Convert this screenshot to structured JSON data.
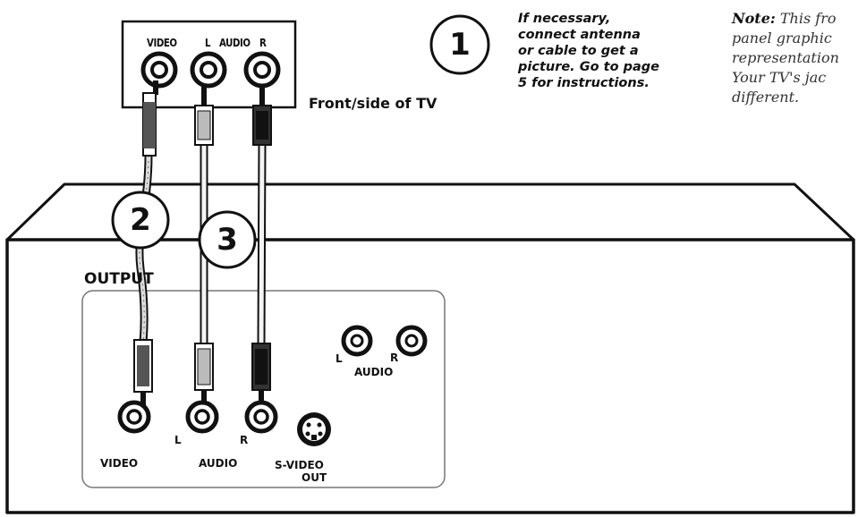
{
  "tv": {
    "caption": "Front/side of TV",
    "jack_video": "VIDEO",
    "jack_l": "L",
    "jack_audio": "AUDIO",
    "jack_r": "R"
  },
  "step1": {
    "number": "1",
    "line1": "If necessary,",
    "line2": "connect antenna",
    "line3": "or cable to get a",
    "line4": "picture. Go to page",
    "line5": "5 for instructions."
  },
  "note": {
    "heading": "Note:",
    "line1": "This fro",
    "line2": "panel graphic",
    "line3": "representation",
    "line4": "Your TV's jac",
    "line5": "different."
  },
  "steps": {
    "two": "2",
    "three": "3"
  },
  "device": {
    "output_label": "OUTPUT",
    "video": "VIDEO",
    "audio": "AUDIO",
    "l": "L",
    "r": "R",
    "svideo_line1": "S-VIDEO",
    "svideo_line2": "OUT",
    "aux_l": "L",
    "aux_r": "R",
    "aux_audio": "AUDIO"
  }
}
